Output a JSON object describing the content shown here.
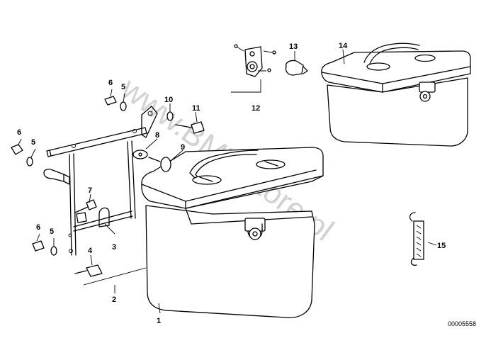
{
  "watermark": "www.BMWstore.pl",
  "doc_number": "00005558",
  "callouts": [
    "1",
    "2",
    "3",
    "4",
    "5",
    "5",
    "5",
    "6",
    "6",
    "6",
    "7",
    "8",
    "9",
    "10",
    "11",
    "12",
    "13",
    "14",
    "15"
  ]
}
